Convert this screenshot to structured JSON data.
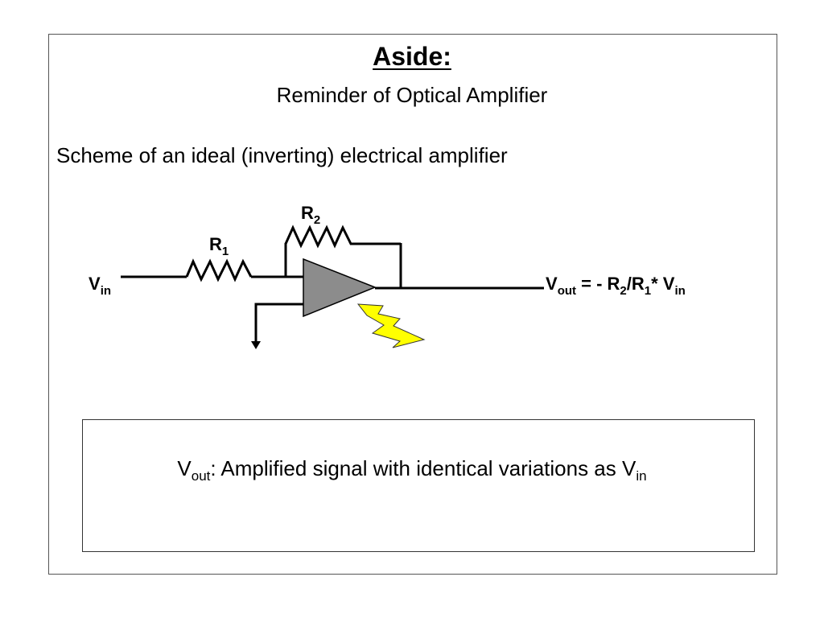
{
  "slide": {
    "title": "Aside:",
    "subtitle": "Reminder of Optical Amplifier",
    "scheme_text": "Scheme of an ideal (inverting) electrical amplifier"
  },
  "circuit": {
    "r1": {
      "main": "R",
      "sub": "1"
    },
    "r2": {
      "main": "R",
      "sub": "2"
    },
    "vin": {
      "main": "V",
      "sub": "in"
    },
    "vout_formula": {
      "v": "V",
      "out_sub": "out",
      "equals": " = - R",
      "r2_sub": "2",
      "slash": "/R",
      "r1_sub": "1",
      "star": "* V",
      "in_sub": "in"
    },
    "colors": {
      "amplifier_fill": "#8c8c8c",
      "lightning_fill": "#ffff00",
      "wire": "#000000"
    }
  },
  "note": {
    "v": "V",
    "out_sub": "out",
    "text": ": Amplified signal with identical variations as V",
    "in_sub": "in"
  }
}
